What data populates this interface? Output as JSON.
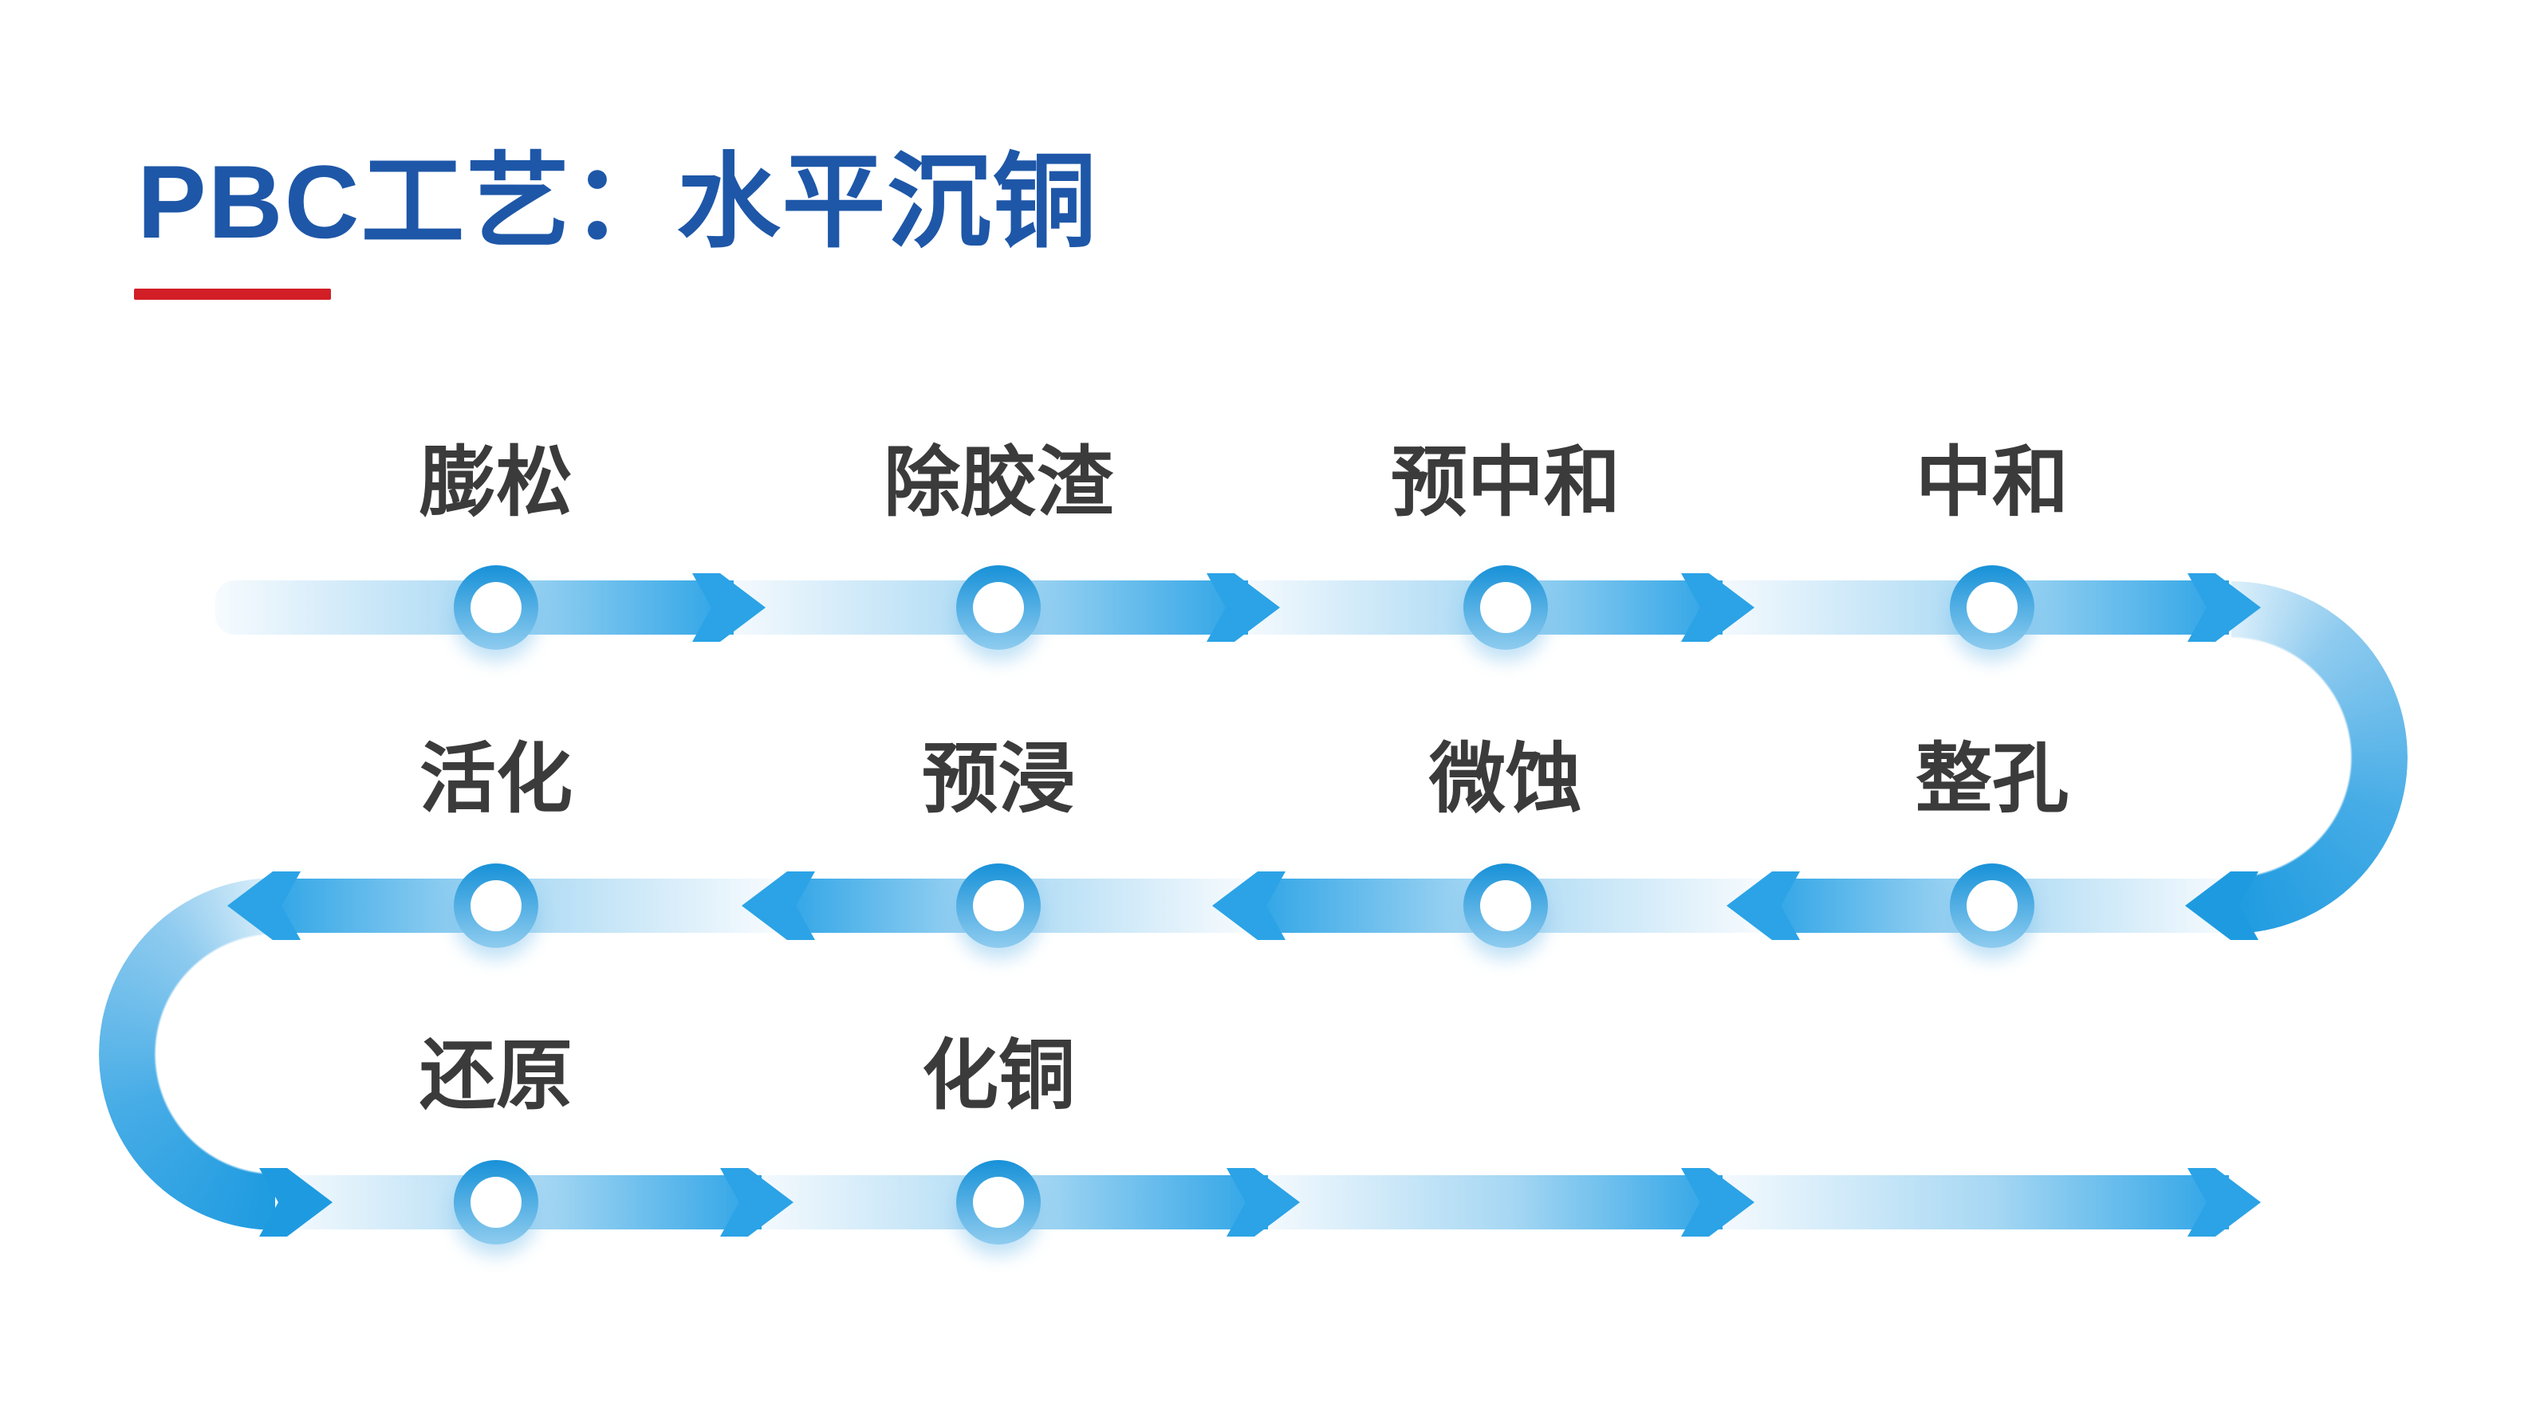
{
  "title": "PBC工艺：水平沉铜",
  "accent": {
    "title_color": "#1E57A8",
    "underline_color": "#D21E26",
    "label_color": "#3B3B3B",
    "bar_light": "#F7FBFE",
    "bar_mid": "#A6D7F3",
    "bar_dark": "#2BA3E6",
    "uturn_dark": "#1E9BE0",
    "uturn_light": "#D9EEFA",
    "ring_top": "#1791D8",
    "ring_bottom": "#8FCCEF"
  },
  "flow": {
    "rows": [
      {
        "direction": "left-to-right",
        "steps": [
          {
            "label": "膨松"
          },
          {
            "label": "除胶渣"
          },
          {
            "label": "预中和"
          },
          {
            "label": "中和"
          }
        ]
      },
      {
        "direction": "right-to-left",
        "steps": [
          {
            "label": "活化"
          },
          {
            "label": "预浸"
          },
          {
            "label": "微蚀"
          },
          {
            "label": "整孔"
          }
        ]
      },
      {
        "direction": "left-to-right",
        "steps": [
          {
            "label": "还原"
          },
          {
            "label": "化铜"
          }
        ]
      }
    ],
    "process_sequence": [
      "膨松",
      "除胶渣",
      "预中和",
      "中和",
      "整孔",
      "微蚀",
      "预浸",
      "活化",
      "还原",
      "化铜"
    ]
  }
}
